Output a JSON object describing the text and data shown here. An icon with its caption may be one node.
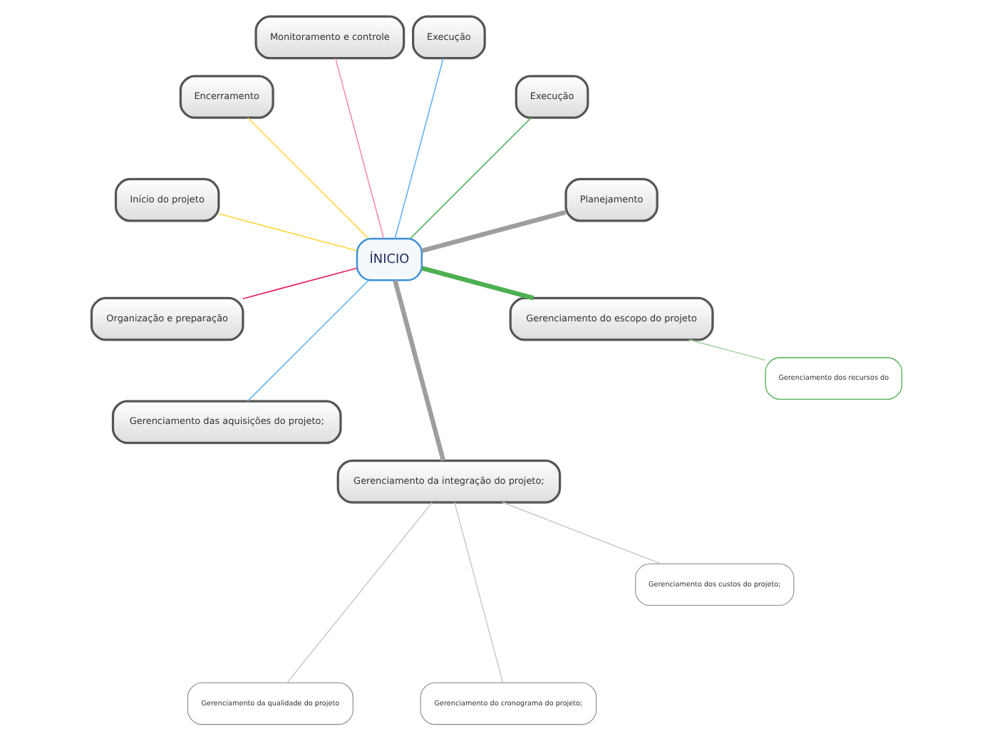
{
  "diagram": {
    "nodes": [
      {
        "text": [
          "ÍNICIO"
        ]
      },
      {
        "text": [
          "Planejamento"
        ]
      },
      {
        "text": [
          "Execução"
        ]
      },
      {
        "text": [
          "Execução"
        ]
      },
      {
        "text": [
          "Monitoramento e controle"
        ]
      },
      {
        "text": [
          "Encerramento"
        ]
      },
      {
        "text": [
          "Início do projeto"
        ]
      },
      {
        "text": [
          "Organização e preparação"
        ]
      },
      {
        "text": [
          "Gerenciamento das aquisições do projeto;"
        ]
      },
      {
        "text": [
          "Gerenciamento da integração do projeto;"
        ]
      },
      {
        "text": [
          "Gerenciamento da qualidade do projeto"
        ]
      },
      {
        "text": [
          "Gerenciamento do cronograma do projeto;"
        ]
      },
      {
        "text": [
          "Gerenciamento dos custos do projeto;"
        ]
      },
      {
        "text": [
          "Gerenciamento do escopo do projeto"
        ]
      },
      {
        "text": [
          "Gerenciamento dos recursos do"
        ]
      }
    ],
    "edges": [
      {
        "from": 0,
        "to": 1,
        "arrow": "none",
        "style": "thick",
        "color": "#9e9e9e"
      },
      {
        "from": 0,
        "to": 2,
        "arrow": "none",
        "color": "#4caf50"
      },
      {
        "from": 0,
        "to": 3,
        "arrow": "none",
        "color": "#64b5f6"
      },
      {
        "from": 0,
        "to": 4,
        "arrow": "none",
        "color": "#f48fb1"
      },
      {
        "from": 0,
        "to": 5,
        "arrow": "none",
        "color": "#ffd740"
      },
      {
        "from": 0,
        "to": 6,
        "arrow": "none",
        "color": "#ffd740"
      },
      {
        "from": 0,
        "to": 7,
        "arrow": "none",
        "color": "#e91e63"
      },
      {
        "from": 0,
        "to": 8,
        "arrow": "none",
        "color": "#64b5f6"
      },
      {
        "from": 0,
        "to": 9,
        "arrow": "none",
        "style": "thick",
        "color": "#9e9e9e"
      },
      {
        "from": 9,
        "to": 10,
        "arrow": "none",
        "color": "#cccccc"
      },
      {
        "from": 9,
        "to": 11,
        "arrow": "none",
        "color": "#cccccc"
      },
      {
        "from": 9,
        "to": 12,
        "arrow": "none",
        "color": "#cccccc"
      },
      {
        "from": 0,
        "to": 13,
        "arrow": "none",
        "style": "thick",
        "color": "#4caf50"
      },
      {
        "from": 13,
        "to": 14,
        "arrow": "none",
        "color": "#a5d6a7"
      }
    ]
  }
}
